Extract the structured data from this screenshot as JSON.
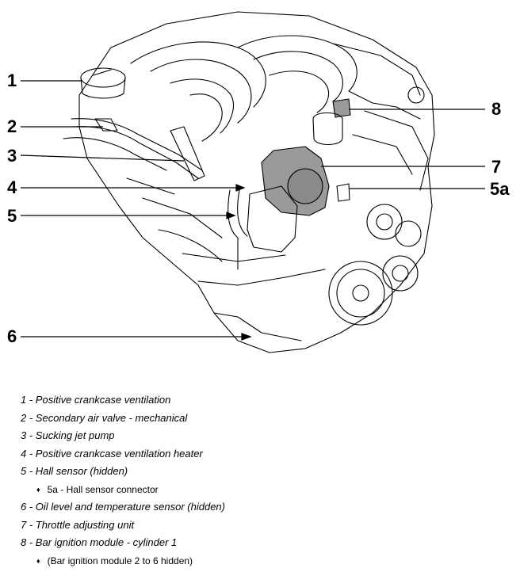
{
  "callouts": [
    {
      "id": "1",
      "label": "1"
    },
    {
      "id": "2",
      "label": "2"
    },
    {
      "id": "3",
      "label": "3"
    },
    {
      "id": "4",
      "label": "4"
    },
    {
      "id": "5",
      "label": "5"
    },
    {
      "id": "6",
      "label": "6"
    },
    {
      "id": "7",
      "label": "7"
    },
    {
      "id": "8",
      "label": "8"
    },
    {
      "id": "5a",
      "label": "5a"
    }
  ],
  "legend": [
    {
      "num": "1",
      "text": "Positive crankcase ventilation"
    },
    {
      "num": "2",
      "text": "Secondary air valve - mechanical"
    },
    {
      "num": "3",
      "text": "Sucking jet pump"
    },
    {
      "num": "4",
      "text": "Positive crankcase ventilation heater"
    },
    {
      "num": "5",
      "text": "Hall sensor (hidden)",
      "sub": "5a - Hall sensor connector"
    },
    {
      "num": "6",
      "text": "Oil level and temperature sensor (hidden)"
    },
    {
      "num": "7",
      "text": "Throttle adjusting unit"
    },
    {
      "num": "8",
      "text": "Bar ignition module - cylinder 1",
      "sub": "(Bar ignition module 2 to 6 hidden)"
    }
  ],
  "bullet_glyph": "♦",
  "separator": " - "
}
